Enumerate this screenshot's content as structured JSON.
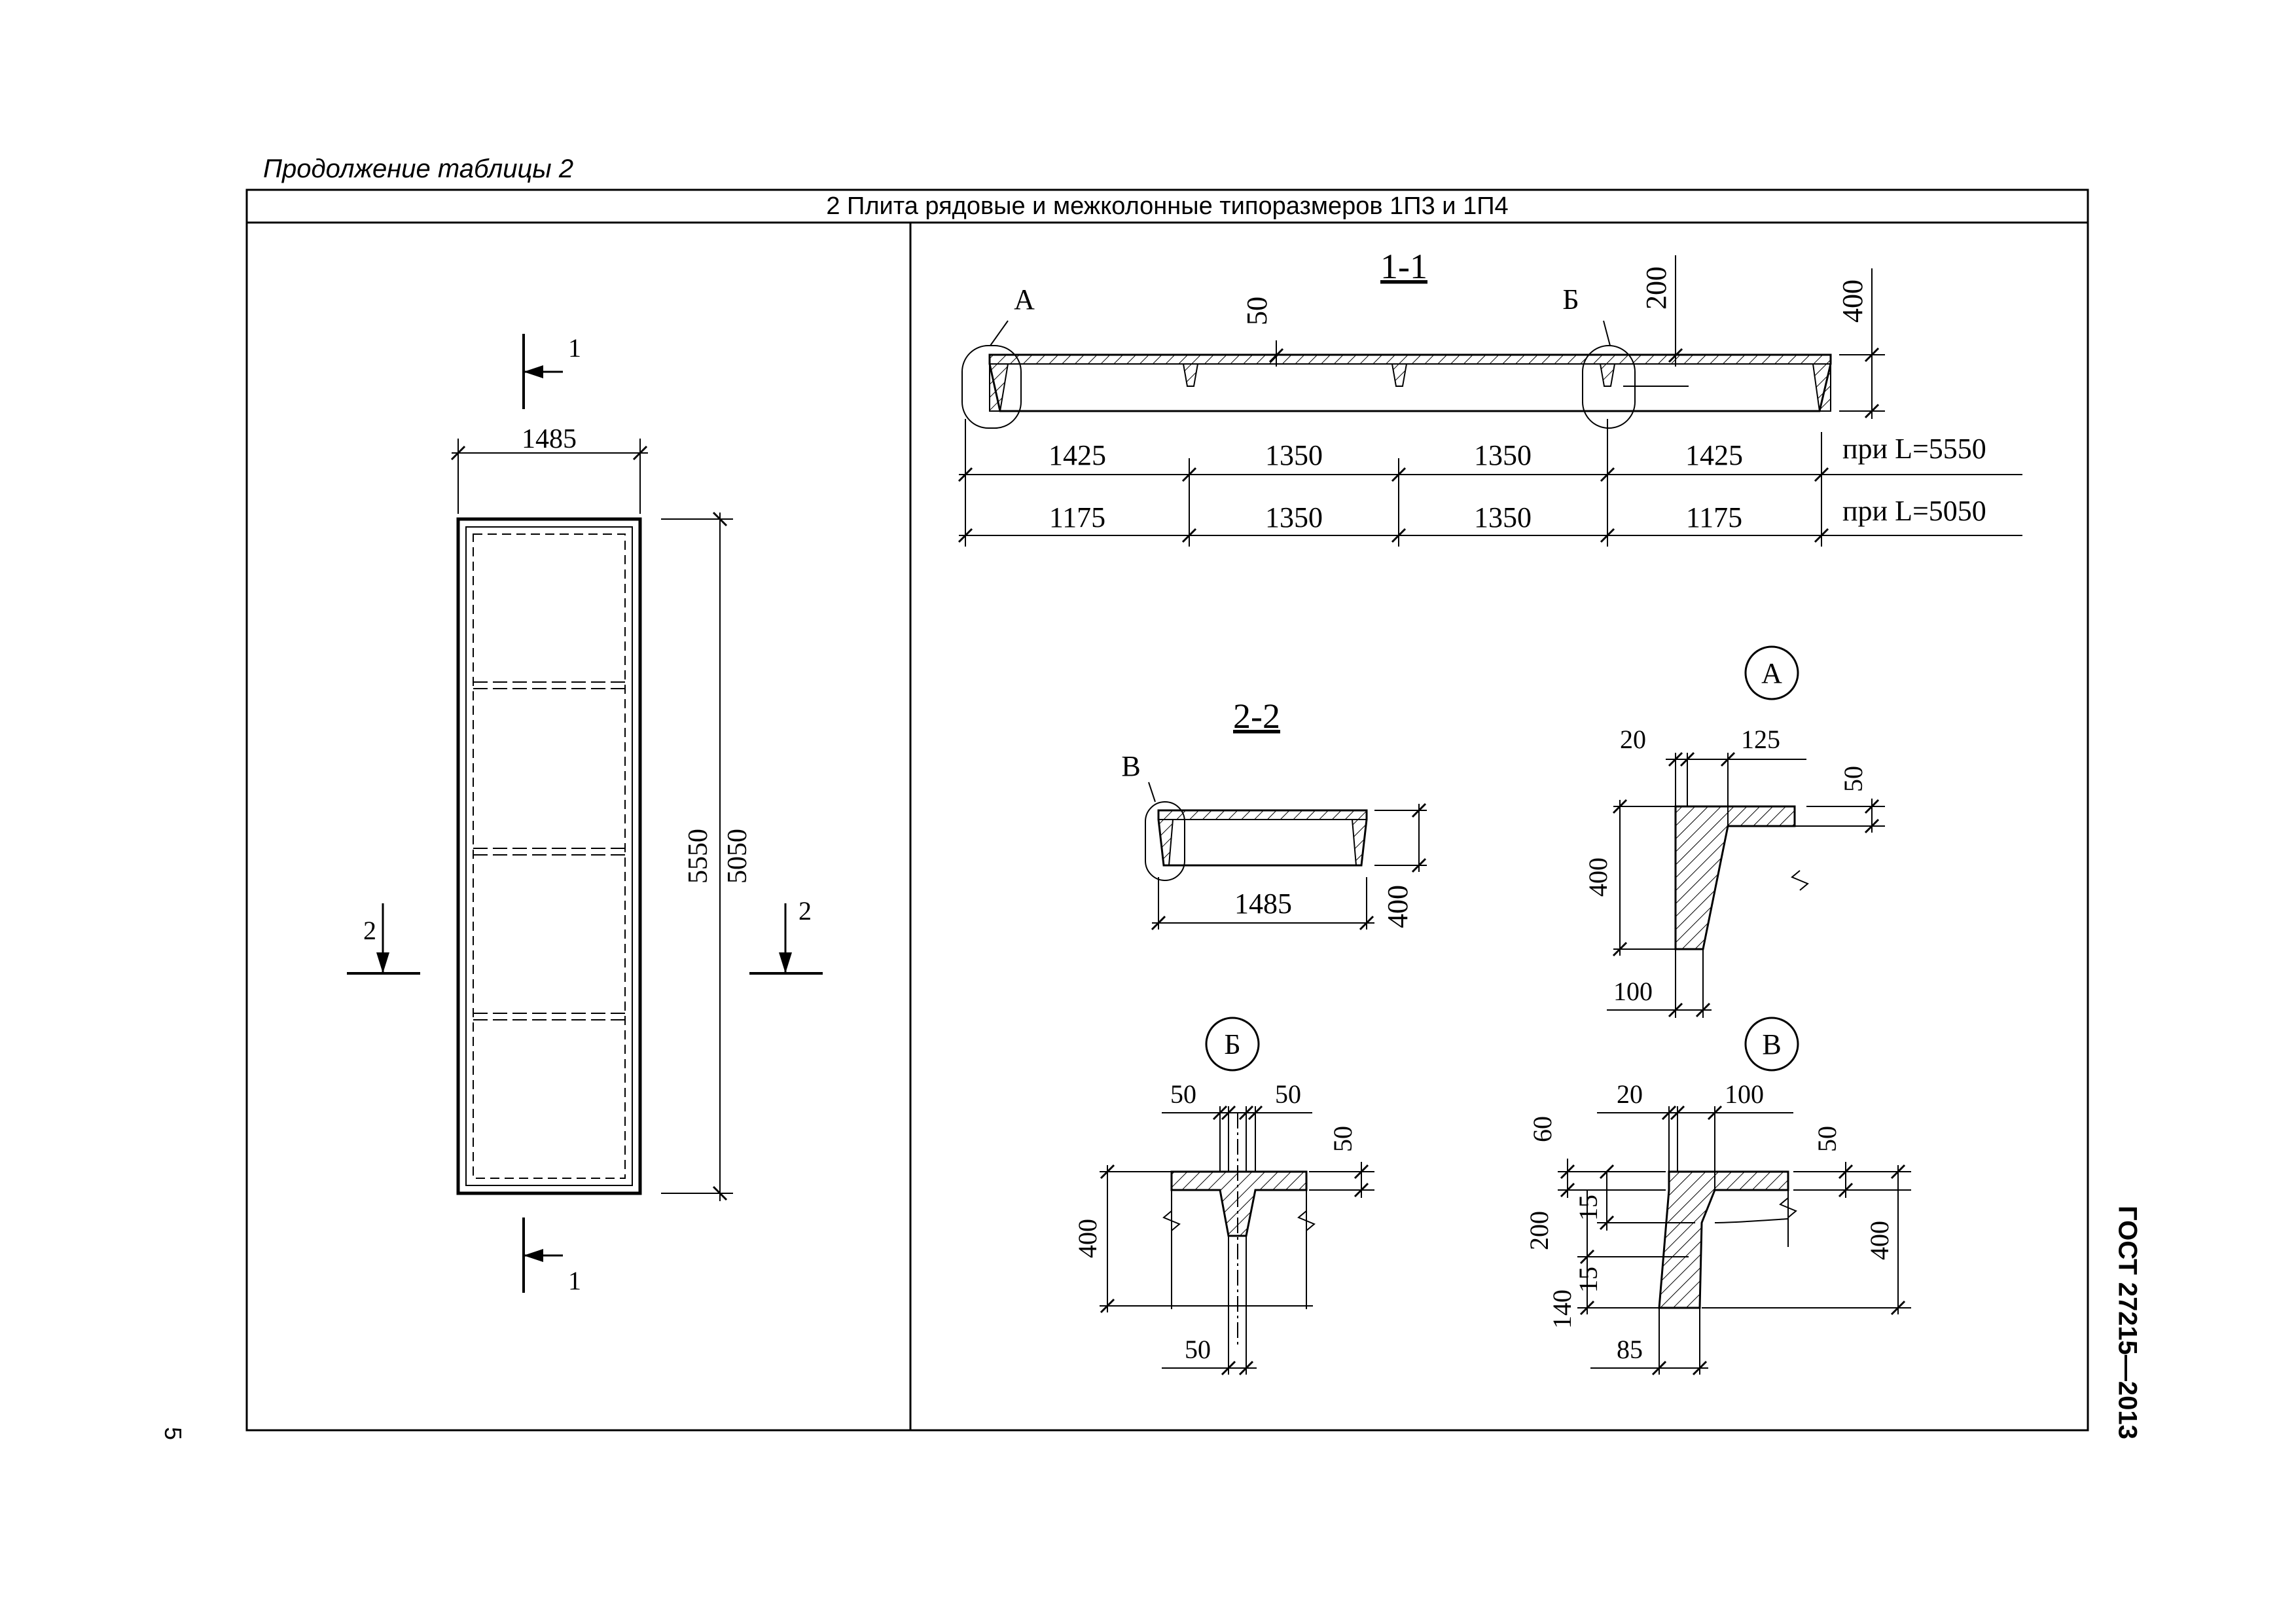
{
  "caption": "Продолжение таблицы 2",
  "table_header": "2 Плита рядовые и межколонные типоразмеров 1П3 и 1П4",
  "gost_label": "ГОСТ 27215—2013",
  "page_number": "5",
  "plan": {
    "width_dim": "1485",
    "length_dim_1": "5550",
    "length_dim_2": "5050",
    "section_1_top": "1",
    "section_1_bottom": "1",
    "section_2_left": "2",
    "section_2_right": "2"
  },
  "section_1_1": {
    "title": "1-1",
    "callout_a": "А",
    "callout_b": "Б",
    "dim_50": "50",
    "dim_200": "200",
    "dim_400": "400",
    "row1": [
      "1425",
      "1350",
      "1350",
      "1425"
    ],
    "row1_note": "при L=5550",
    "row2": [
      "1175",
      "1350",
      "1350",
      "1175"
    ],
    "row2_note": "при L=5050"
  },
  "section_2_2": {
    "title": "2-2",
    "callout_v": "В",
    "dim_width": "1485",
    "dim_height": "400"
  },
  "detail_a": {
    "label": "А",
    "dim_20": "20",
    "dim_125": "125",
    "dim_50": "50",
    "dim_400": "400",
    "dim_100": "100"
  },
  "detail_b": {
    "label": "Б",
    "dim_50_left": "50",
    "dim_50_right": "50",
    "dim_50_top": "50",
    "dim_400": "400",
    "dim_50_bottom": "50"
  },
  "detail_v": {
    "label": "В",
    "dim_20": "20",
    "dim_100": "100",
    "dim_60": "60",
    "dim_50": "50",
    "dim_15a": "15",
    "dim_200": "200",
    "dim_15b": "15",
    "dim_140": "140",
    "dim_400": "400",
    "dim_85": "85"
  }
}
